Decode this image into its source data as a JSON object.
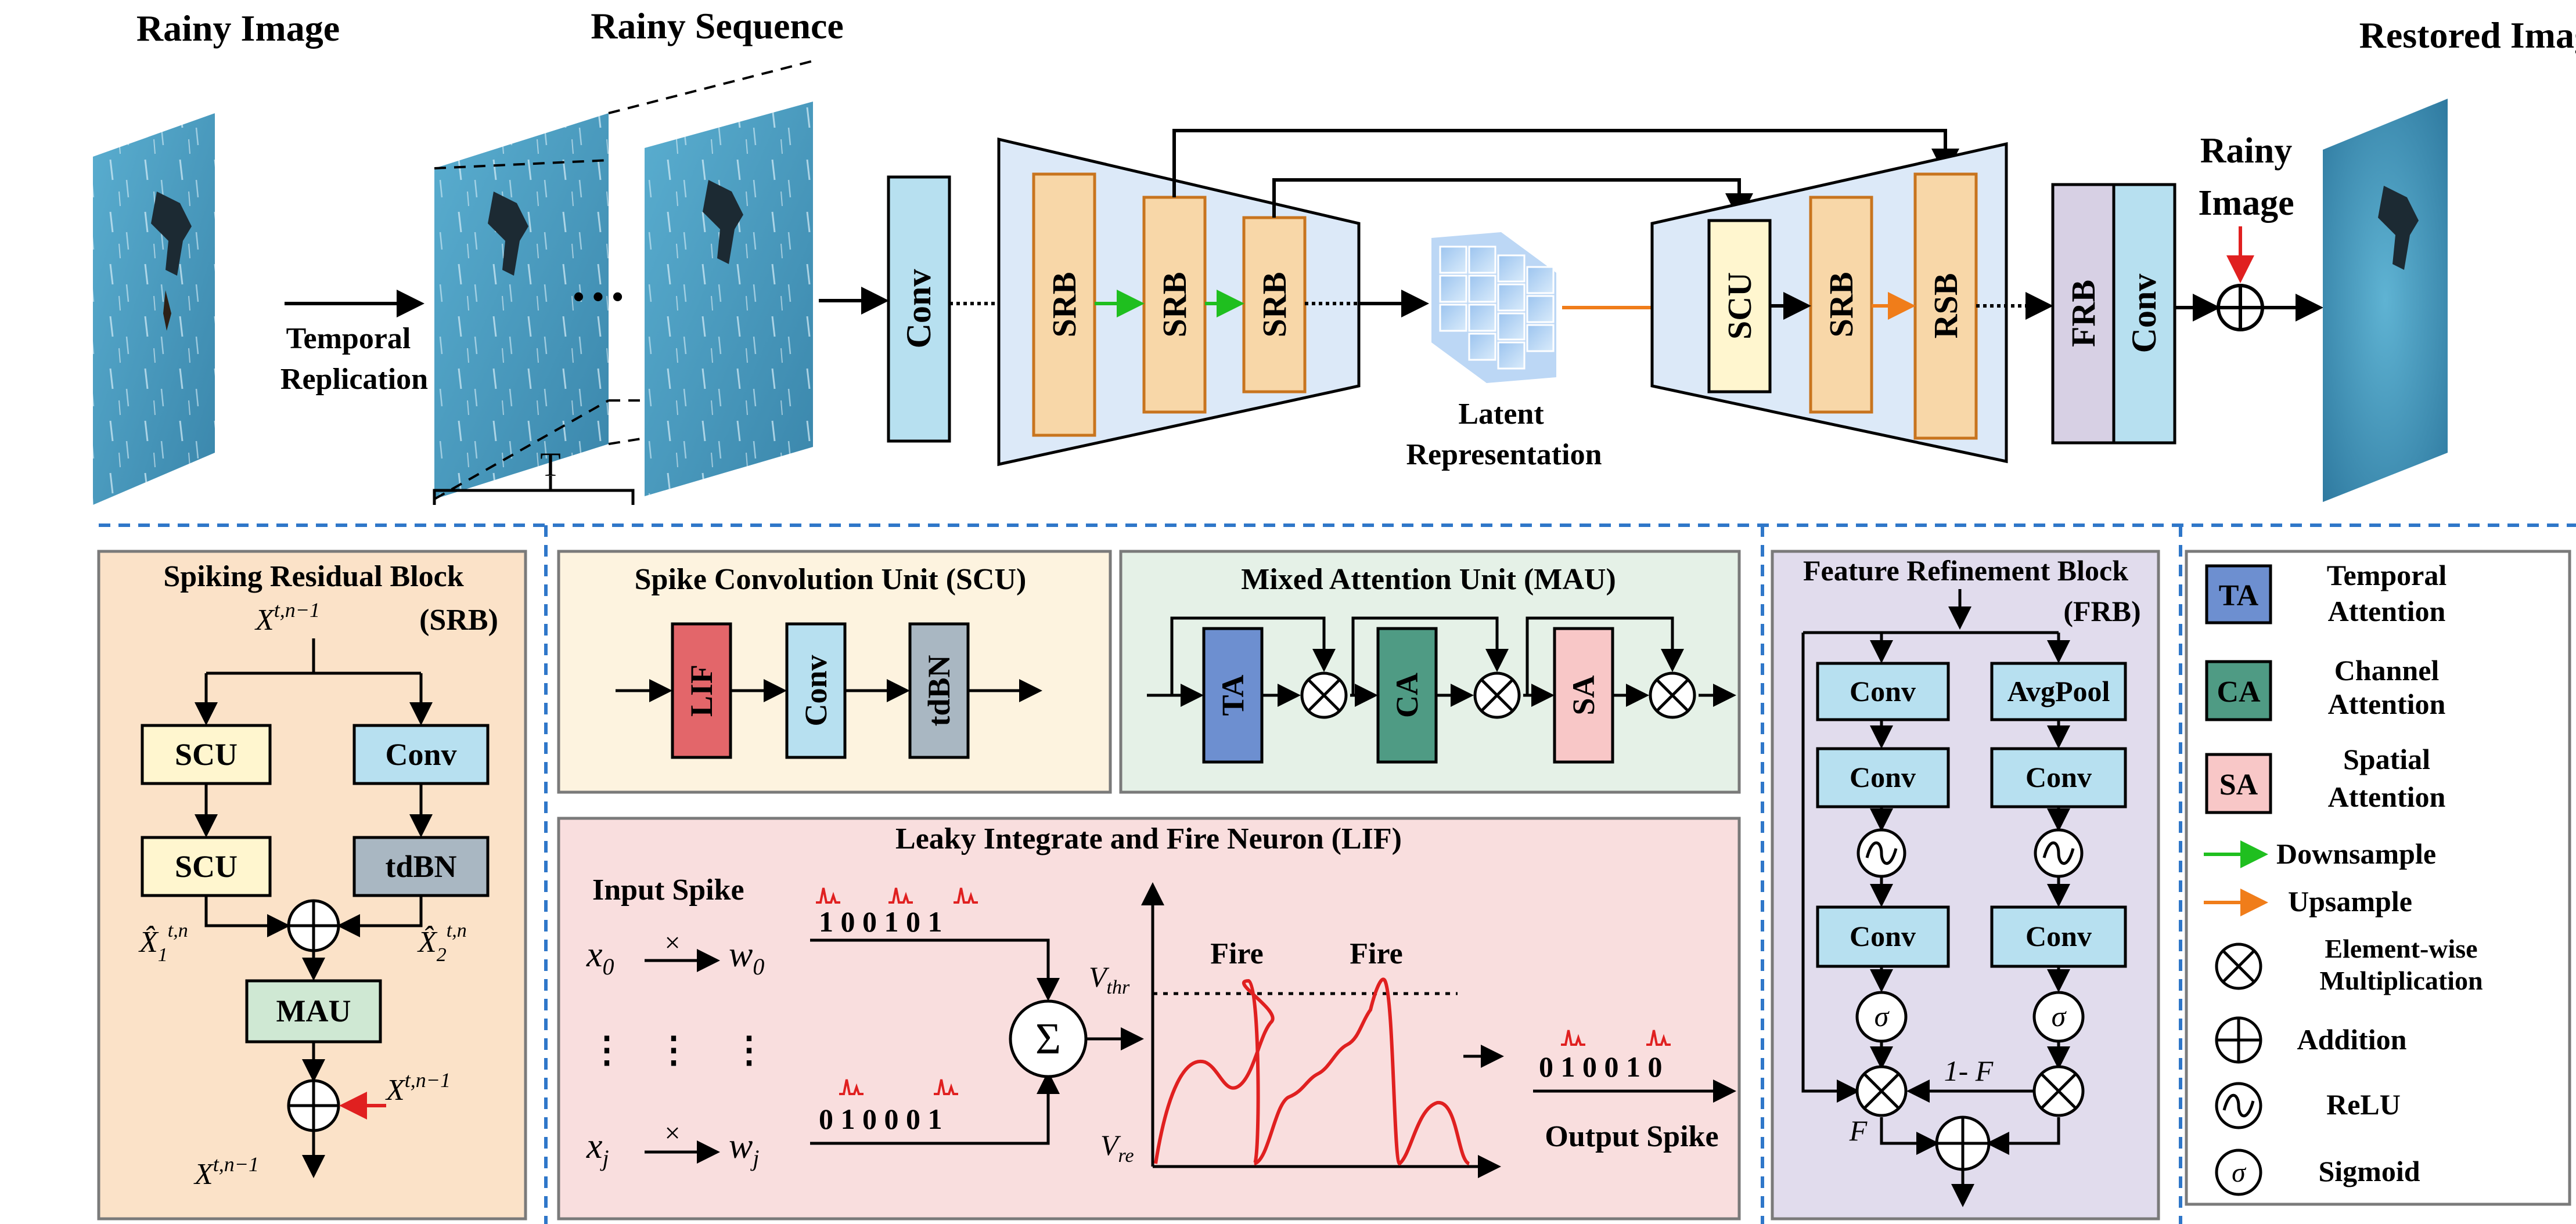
{
  "top": {
    "rainy_image_title": "Rainy Image",
    "rainy_sequence_title": "Rainy Sequence",
    "restored_image_title": "Restored Image",
    "temporal_replication": [
      "Temporal",
      "Replication"
    ],
    "t_label": "T",
    "ellipsis": "• • •",
    "conv": "Conv",
    "srb": "SRB",
    "scu": "SCU",
    "rsb": "RSB",
    "frb": "FRB",
    "latent_representation": [
      "Latent",
      "Representation"
    ],
    "rainy_image_small": [
      "Rainy",
      "Image"
    ]
  },
  "srb_panel": {
    "title": "Spiking Residual Block",
    "abbr": "(SRB)",
    "scu": "SCU",
    "conv": "Conv",
    "tdbn": "tdBN",
    "mau": "MAU",
    "x_in": "X^{t,n-1}",
    "x_skip": "X^{t,n-1}",
    "x_out": "X^{t,n-1}",
    "x1_hat": "X̂1^{t,n}",
    "x2_hat": "X̂2^{t,n}"
  },
  "scu_panel": {
    "title": "Spike Convolution Unit (SCU)",
    "lif": "LIF",
    "conv": "Conv",
    "tdbn": "tdBN"
  },
  "mau_panel": {
    "title": "Mixed Attention Unit (MAU)",
    "ta": "TA",
    "ca": "CA",
    "sa": "SA"
  },
  "lif_panel": {
    "title": "Leaky Integrate and Fire Neuron (LIF)",
    "input_spike": "Input Spike",
    "x0": "x0",
    "w0": "w0",
    "xj": "xj",
    "wj": "wj",
    "times": "×",
    "bits_top": "1 0 0 1 0 1",
    "bits_bottom": "0 1 0 0 0 1",
    "v_thr": "Vthr",
    "v_re": "Vre",
    "fire_1": "Fire",
    "fire_2": "Fire",
    "out_bits": "0 1 0  0 1 0",
    "output_spike": "Output Spike",
    "sigma_sum": "Σ"
  },
  "frb_panel": {
    "title": "Feature Refinement Block",
    "abbr": "(FRB)",
    "conv": "Conv",
    "avgpool": "AvgPool",
    "sigma": "σ",
    "one_minus_f": "1- F",
    "f": "F"
  },
  "legend": {
    "ta": "TA",
    "ta_label": [
      "Temporal",
      "Attention"
    ],
    "ca": "CA",
    "ca_label": [
      "Channel",
      "Attention"
    ],
    "sa": "SA",
    "sa_label": [
      "Spatial",
      "Attention"
    ],
    "downsample": "Downsample",
    "upsample": "Upsample",
    "element_wise": [
      "Element-wise",
      "Multiplication"
    ],
    "addition": "Addition",
    "relu": "ReLU",
    "sigmoid": "Sigmoid",
    "sigma": "σ"
  },
  "colors": {
    "conv": "#b7e0f0",
    "srb": "#f8d7a8",
    "srb_border": "#c8741e",
    "scu": "#fff6cf",
    "tdbn": "#a9b7c2",
    "mau": "#cfe8d3",
    "lif": "#e3666a",
    "ta": "#6d8fd0",
    "ca": "#4f9b84",
    "sa": "#f8c7c7",
    "frb": "#d7d0e4",
    "srb_panel_bg": "#fbe2c8",
    "scu_panel_bg": "#fdf3df",
    "mau_panel_bg": "#e5f1e7",
    "lif_panel_bg": "#f9dede",
    "frb_panel_bg": "#e1dced",
    "encoder_bg": "#dce9f8",
    "green": "#1fbf1f",
    "orange": "#f07d1a",
    "red": "#e02020",
    "dash_blue": "#2f77c9",
    "image_blue": "#4b9bc0"
  }
}
